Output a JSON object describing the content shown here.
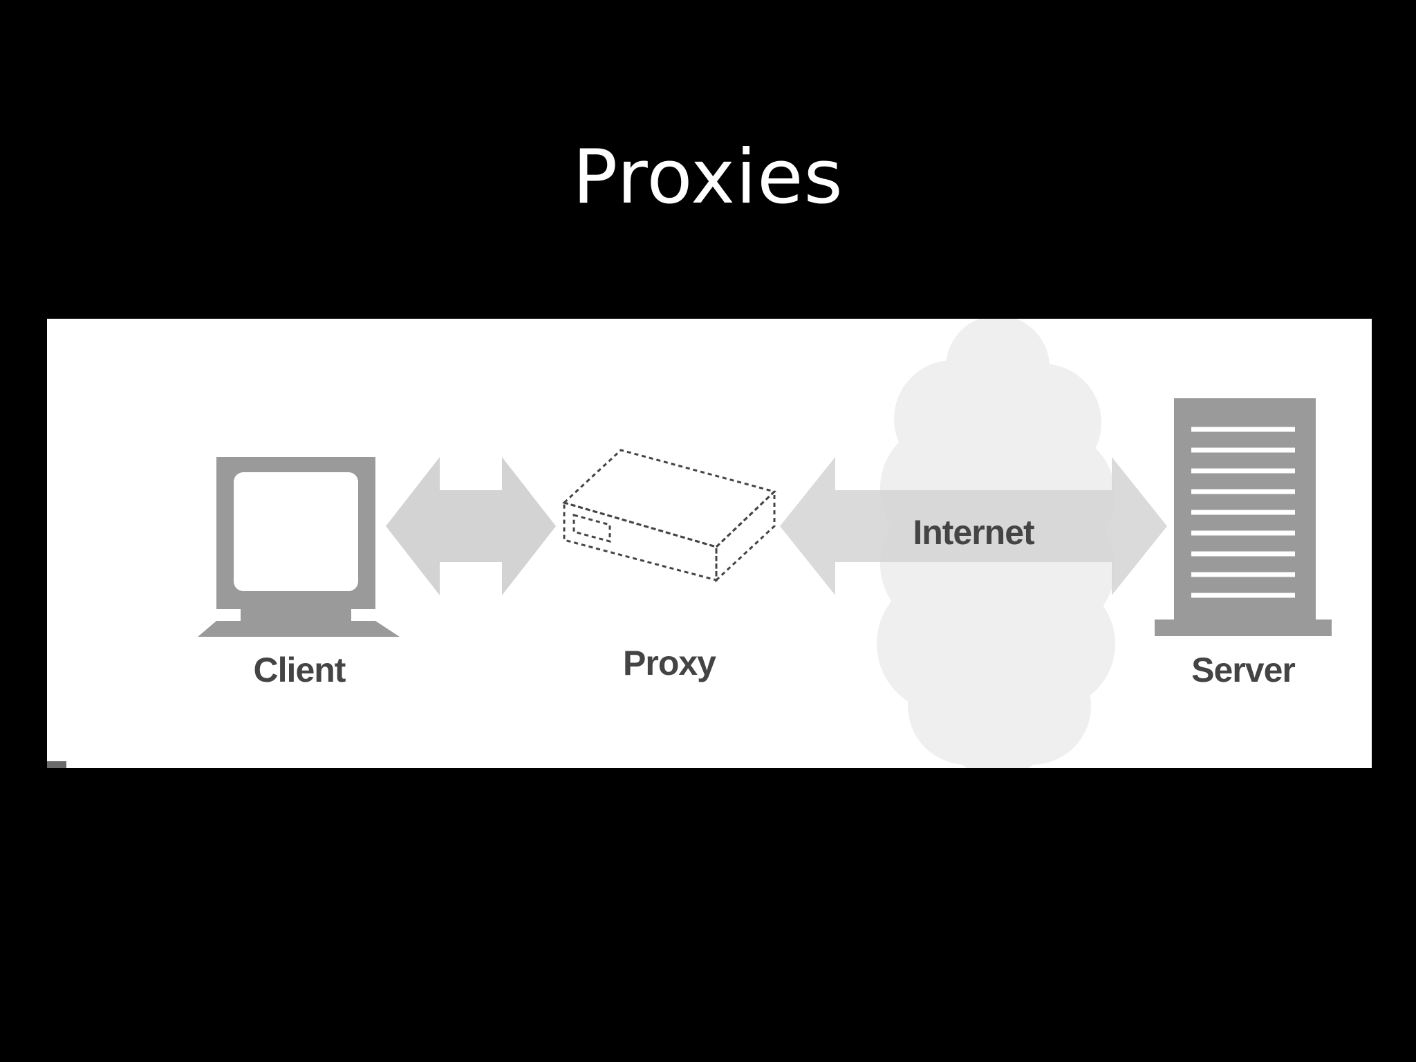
{
  "slide": {
    "title": "Proxies"
  },
  "diagram": {
    "nodes": [
      {
        "id": "client",
        "label": "Client",
        "icon": "computer-monitor-icon"
      },
      {
        "id": "proxy",
        "label": "Proxy",
        "icon": "proxy-box-icon"
      },
      {
        "id": "internet",
        "label": "Internet",
        "icon": "cloud-icon"
      },
      {
        "id": "server",
        "label": "Server",
        "icon": "server-tower-icon"
      }
    ],
    "edges": [
      {
        "from": "client",
        "to": "proxy",
        "direction": "bidirectional"
      },
      {
        "from": "proxy",
        "to": "server",
        "direction": "bidirectional",
        "via": "internet"
      }
    ],
    "colors": {
      "background": "#ffffff",
      "icon_gray": "#9a9a9a",
      "arrow_gray": "#d3d3d3",
      "cloud_gray": "#efefef",
      "label_color": "#444444"
    }
  }
}
